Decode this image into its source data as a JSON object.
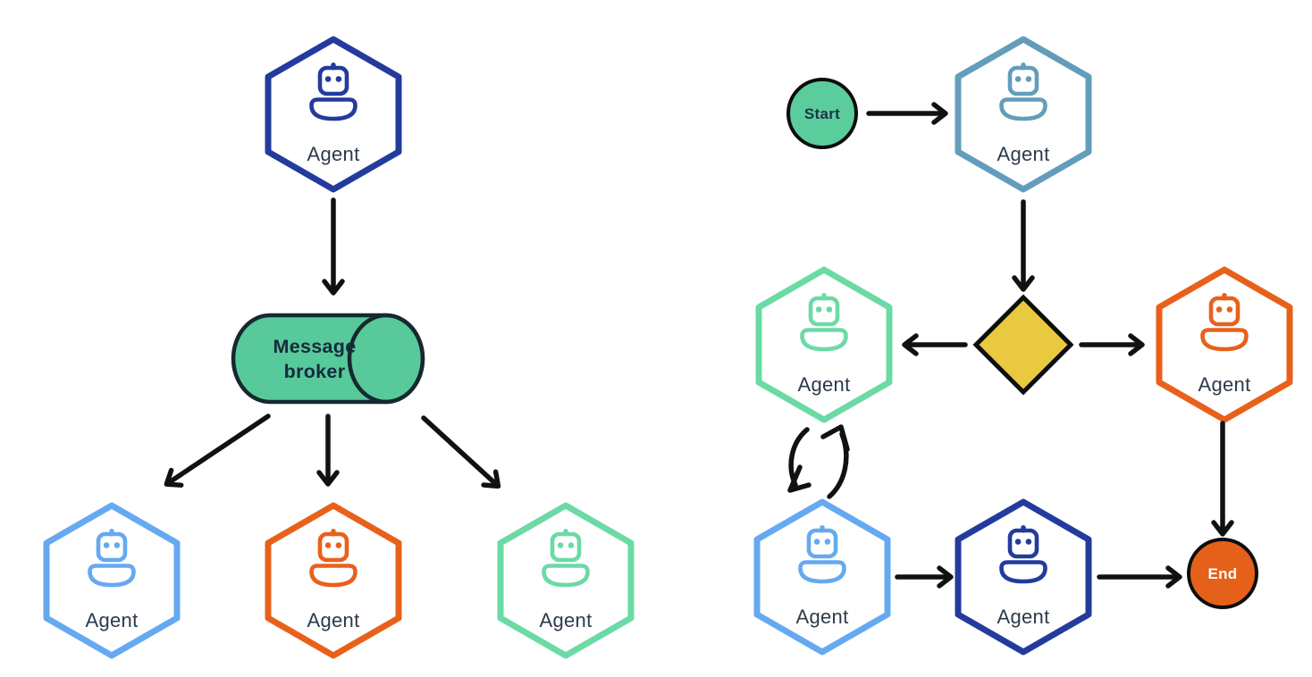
{
  "diagram": {
    "background": "#ffffff",
    "arrow_color": "#111111",
    "left": {
      "name": "message-broker-topology",
      "top_agent": {
        "label": "Agent",
        "color": "#233b9d"
      },
      "broker": {
        "label": "Message broker",
        "label_lines": [
          "Message",
          "broker"
        ],
        "fill": "#58c99a",
        "stroke": "#15292f",
        "text_color": "#152b3d"
      },
      "bottom_agents": [
        {
          "label": "Agent",
          "color": "#66a9f1"
        },
        {
          "label": "Agent",
          "color": "#e8611b"
        },
        {
          "label": "Agent",
          "color": "#6bdaa5"
        }
      ],
      "edges": [
        "top-agent -> message-broker",
        "message-broker -> bottom-agent-1",
        "message-broker -> bottom-agent-2",
        "message-broker -> bottom-agent-3"
      ]
    },
    "right": {
      "name": "workflow-graph",
      "start": {
        "label": "Start",
        "fill": "#5bcd9c",
        "stroke": "#0d0d0d",
        "text_color": "#1d3247"
      },
      "router_agent": {
        "label": "Agent",
        "color": "#639dbb"
      },
      "decision": {
        "shape": "diamond",
        "fill": "#e9c940",
        "stroke": "#0d0d0d"
      },
      "branch_left_agent": {
        "label": "Agent",
        "color": "#6bdaa5"
      },
      "branch_right_agent": {
        "label": "Agent",
        "color": "#e8611b"
      },
      "loop_agent": {
        "label": "Agent",
        "color": "#66a9f1"
      },
      "final_agent": {
        "label": "Agent",
        "color": "#233b9d"
      },
      "end": {
        "label": "End",
        "fill": "#e5601a",
        "stroke": "#0d0d0d",
        "text_color": "#ffffff"
      },
      "edges": [
        "start -> router-agent",
        "router-agent -> decision",
        "decision -> branch-left-agent",
        "decision -> branch-right-agent",
        "branch-left-agent <-> loop-agent (cycle)",
        "loop-agent -> final-agent",
        "final-agent -> end",
        "branch-right-agent -> end"
      ]
    }
  }
}
